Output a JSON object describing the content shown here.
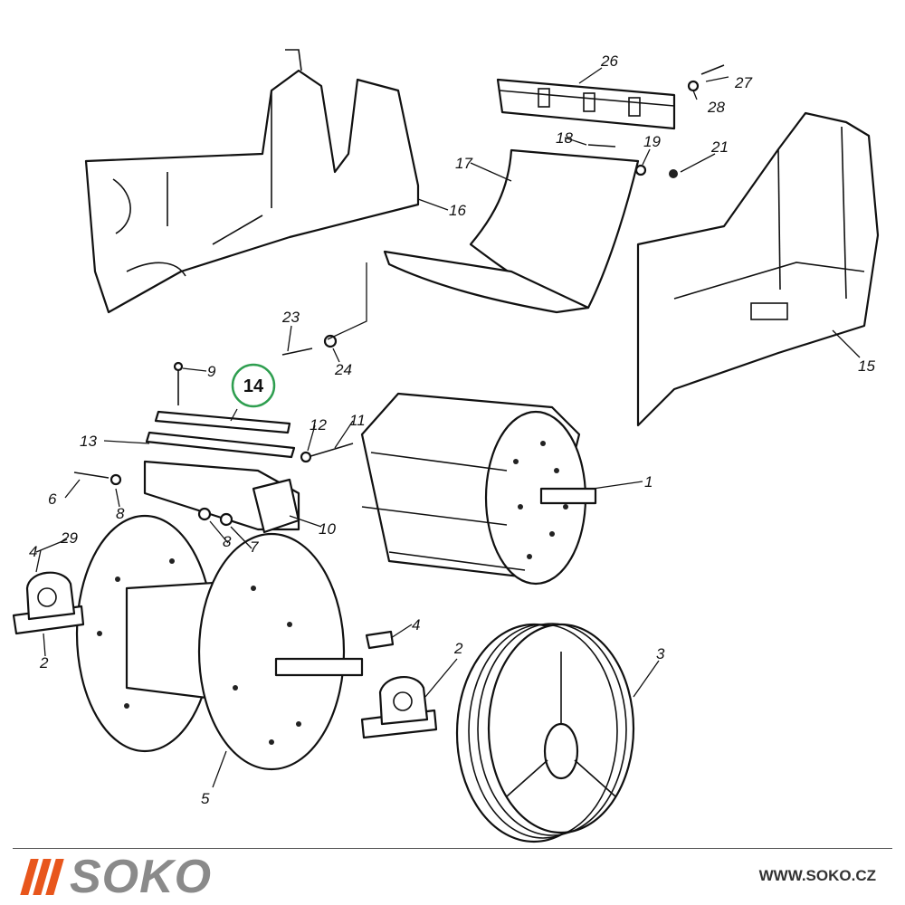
{
  "diagram": {
    "callouts": [
      {
        "id": "c26",
        "label": "26"
      },
      {
        "id": "c27",
        "label": "27"
      },
      {
        "id": "c28",
        "label": "28"
      },
      {
        "id": "c18",
        "label": "18"
      },
      {
        "id": "c19",
        "label": "19"
      },
      {
        "id": "c21",
        "label": "21"
      },
      {
        "id": "c17",
        "label": "17"
      },
      {
        "id": "c16",
        "label": "16"
      },
      {
        "id": "c15",
        "label": "15"
      },
      {
        "id": "c23",
        "label": "23"
      },
      {
        "id": "c24",
        "label": "24"
      },
      {
        "id": "c9",
        "label": "9"
      },
      {
        "id": "c13",
        "label": "13"
      },
      {
        "id": "c12",
        "label": "12"
      },
      {
        "id": "c11",
        "label": "11"
      },
      {
        "id": "c6",
        "label": "6"
      },
      {
        "id": "c8a",
        "label": "8"
      },
      {
        "id": "c8b",
        "label": "8"
      },
      {
        "id": "c7",
        "label": "7"
      },
      {
        "id": "c10",
        "label": "10"
      },
      {
        "id": "c1",
        "label": "1"
      },
      {
        "id": "c4a",
        "label": "4"
      },
      {
        "id": "c29",
        "label": "29"
      },
      {
        "id": "c2a",
        "label": "2"
      },
      {
        "id": "c4b",
        "label": "4"
      },
      {
        "id": "c2b",
        "label": "2"
      },
      {
        "id": "c3",
        "label": "3"
      },
      {
        "id": "c5",
        "label": "5"
      }
    ],
    "highlight": {
      "label": "14",
      "ring_color": "#2e9e4f"
    }
  },
  "footer": {
    "logo_text": "SOKO",
    "logo_color": "#8a8a8a",
    "logo_accent_color": "#e8561c",
    "website": "WWW.SOKO.CZ"
  }
}
